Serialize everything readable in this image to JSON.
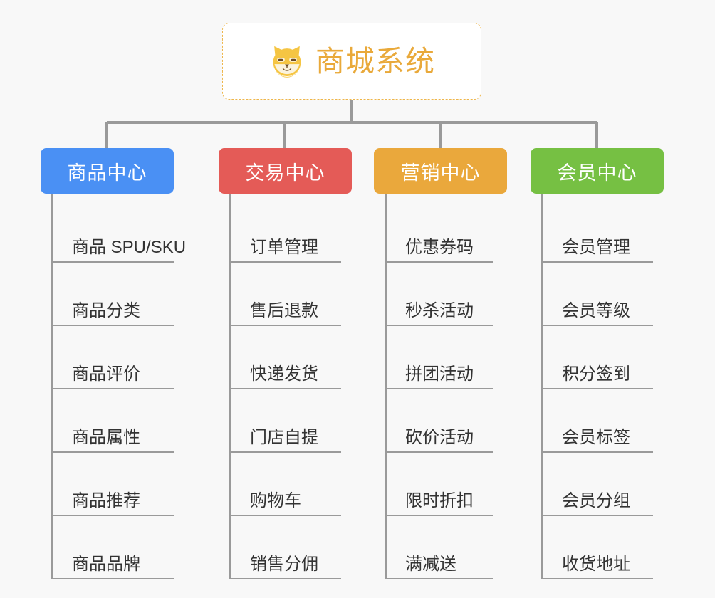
{
  "canvas": {
    "background_color": "#f8f8f8",
    "connector_color": "#9a9a9a"
  },
  "root": {
    "title": "商城系统",
    "icon": "shiba-dog-face-icon",
    "title_color": "#e9a93a",
    "border_color": "#eeb64b",
    "background_color": "#ffffff"
  },
  "branches": [
    {
      "id": "product-center",
      "label": "商品中心",
      "color": "#4a90f4",
      "items": [
        "商品 SPU/SKU",
        "商品分类",
        "商品评价",
        "商品属性",
        "商品推荐",
        "商品品牌"
      ]
    },
    {
      "id": "trade-center",
      "label": "交易中心",
      "color": "#e45b57",
      "items": [
        "订单管理",
        "售后退款",
        "快递发货",
        "门店自提",
        "购物车",
        "销售分佣"
      ]
    },
    {
      "id": "marketing-center",
      "label": "营销中心",
      "color": "#eaa83c",
      "items": [
        "优惠券码",
        "秒杀活动",
        "拼团活动",
        "砍价活动",
        "限时折扣",
        "满减送"
      ]
    },
    {
      "id": "member-center",
      "label": "会员中心",
      "color": "#76c043",
      "items": [
        "会员管理",
        "会员等级",
        "积分签到",
        "会员标签",
        "会员分组",
        "收货地址"
      ]
    }
  ]
}
